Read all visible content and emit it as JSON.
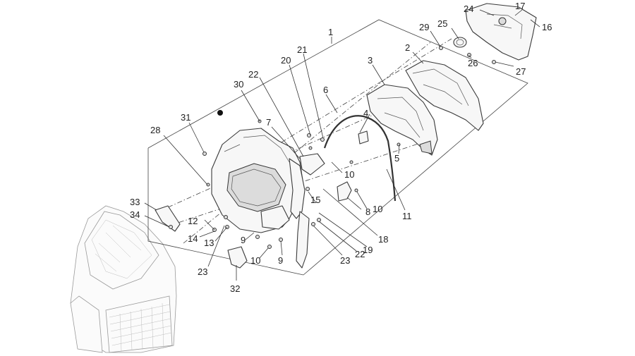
{
  "diagram": {
    "labels": [
      {
        "id": "1",
        "text": "1"
      },
      {
        "id": "2",
        "text": "2"
      },
      {
        "id": "3",
        "text": "3"
      },
      {
        "id": "4",
        "text": "4"
      },
      {
        "id": "5",
        "text": "5"
      },
      {
        "id": "6",
        "text": "6"
      },
      {
        "id": "7",
        "text": "7"
      },
      {
        "id": "8",
        "text": "8"
      },
      {
        "id": "9a",
        "text": "9"
      },
      {
        "id": "9b",
        "text": "9"
      },
      {
        "id": "10a",
        "text": "10"
      },
      {
        "id": "10b",
        "text": "10"
      },
      {
        "id": "10c",
        "text": "10"
      },
      {
        "id": "11",
        "text": "11"
      },
      {
        "id": "12",
        "text": "12"
      },
      {
        "id": "13",
        "text": "13"
      },
      {
        "id": "14",
        "text": "14"
      },
      {
        "id": "15",
        "text": "15"
      },
      {
        "id": "16",
        "text": "16"
      },
      {
        "id": "17",
        "text": "17"
      },
      {
        "id": "18",
        "text": "18"
      },
      {
        "id": "19",
        "text": "19"
      },
      {
        "id": "20",
        "text": "20"
      },
      {
        "id": "21",
        "text": "21"
      },
      {
        "id": "22a",
        "text": "22"
      },
      {
        "id": "22b",
        "text": "22"
      },
      {
        "id": "23a",
        "text": "23"
      },
      {
        "id": "23b",
        "text": "23"
      },
      {
        "id": "24",
        "text": "24"
      },
      {
        "id": "25",
        "text": "25"
      },
      {
        "id": "26",
        "text": "26"
      },
      {
        "id": "27",
        "text": "27"
      },
      {
        "id": "28",
        "text": "28"
      },
      {
        "id": "29",
        "text": "29"
      },
      {
        "id": "30",
        "text": "30"
      },
      {
        "id": "31",
        "text": "31"
      },
      {
        "id": "32",
        "text": "32"
      },
      {
        "id": "33",
        "text": "33"
      },
      {
        "id": "34",
        "text": "34"
      }
    ]
  }
}
